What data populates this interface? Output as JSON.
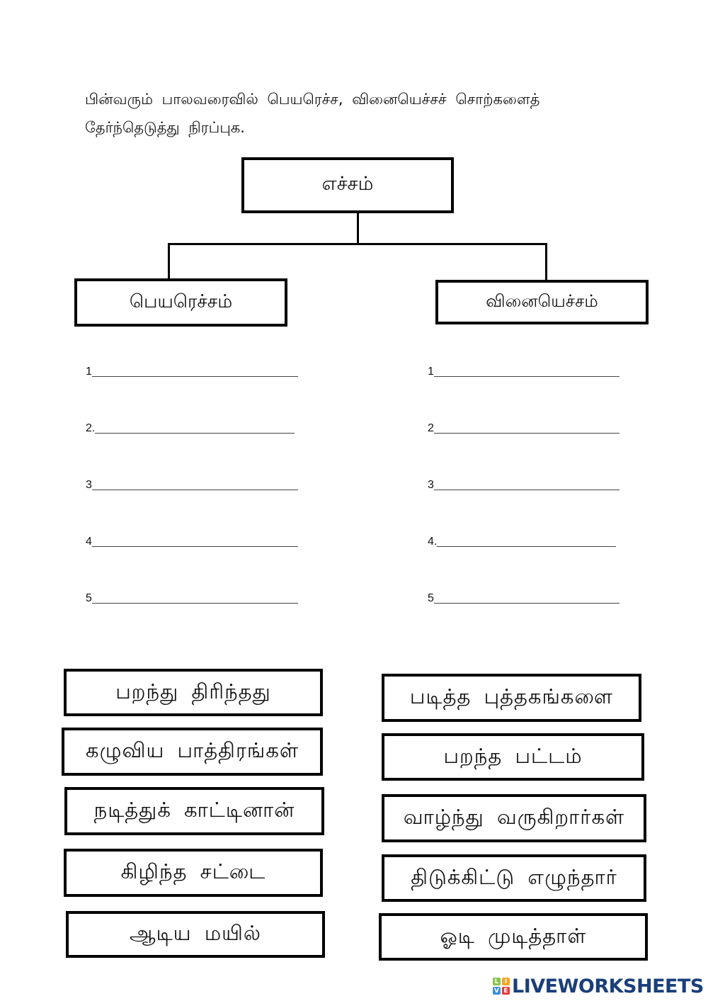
{
  "instruction": {
    "line1": "பின்வரும் பாலவரைவில் பெயரெச்ச, வினையெச்சச் சொற்களைத்",
    "line2": "தேர்ந்தெடுத்து நிரப்புக."
  },
  "diagram": {
    "root": "எச்சம்",
    "left_category": "பெயரெச்சம்",
    "right_category": "வினையெச்சம்"
  },
  "answer_blanks": {
    "left": [
      "1",
      "2.",
      "3",
      "4",
      "5"
    ],
    "right": [
      "1",
      "2",
      "3",
      "4.",
      "5"
    ]
  },
  "word_bank": {
    "left_column": [
      "பறந்து திரிந்தது",
      "கழுவிய பாத்திரங்கள்",
      "நடித்துக் காட்டினான்",
      "கிழிந்த சட்டை",
      "ஆடிய மயில்"
    ],
    "right_column": [
      "படித்த புத்தகங்களை",
      "பறந்த பட்டம்",
      "வாழ்ந்து வருகிறார்கள்",
      "திடுக்கிட்டு எழுந்தார்",
      "ஓடி முடித்தாள்"
    ]
  },
  "footer": {
    "logo_letters": [
      "L",
      "I",
      "V",
      "E"
    ],
    "logo_colors": [
      "#8bc34a",
      "#f5a623",
      "#3b8fd9",
      "#e53935"
    ],
    "brand_text": "LIVEWORKSHEETS",
    "brand_color": "#1a3f7a"
  }
}
